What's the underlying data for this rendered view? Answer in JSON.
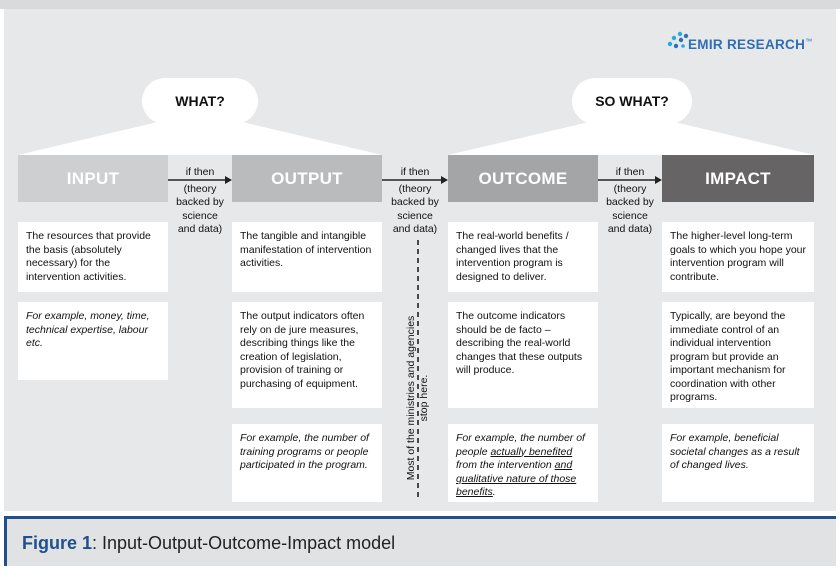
{
  "brand": {
    "name": "EMIR RESEARCH",
    "tm": "™",
    "colors": {
      "blue": "#2f6fb6",
      "cyan": "#27a9e1"
    }
  },
  "bubbles": {
    "what": "WHAT?",
    "so_what": "SO WHAT?"
  },
  "stages": [
    {
      "label": "INPUT",
      "color": "#cdcfd1",
      "description": "The resources that provide the basis (absolutely necessary) for the intervention activities.",
      "example": "For example, money, time, technical expertise, labour etc."
    },
    {
      "label": "OUTPUT",
      "color": "#b9bbbd",
      "description": "The tangible and intangible manifestation of intervention activities.",
      "indicators": "The output indicators often rely on de jure measures, describing things like the creation of legislation, provision of training or purchasing of equipment.",
      "example": "For example, the number of training programs or people participated in the program."
    },
    {
      "label": "OUTCOME",
      "color": "#a3a5a7",
      "description": "The real-world benefits / changed lives that the intervention program is designed to deliver.",
      "indicators": "The outcome indicators should be de facto – describing the real-world changes that these outputs will produce.",
      "example_parts": [
        "For example, the number of people ",
        "actually benefited",
        " from the intervention ",
        "and qualitative nature of those benefits",
        "."
      ]
    },
    {
      "label": "IMPACT",
      "color": "#676465",
      "description": "The higher-level long-term goals to which you hope your intervention program will contribute.",
      "indicators": "Typically, are beyond the immediate control of an individual intervention program but provide an important   mechanism for coordination with other programs.",
      "example": "For example, beneficial societal changes as a result of changed lives."
    }
  ],
  "connector": {
    "lines": [
      "if then",
      "(theory",
      "backed by",
      "science",
      "and data)"
    ]
  },
  "divider_note": {
    "lines": [
      "Most of the ministries and agencies",
      "stop here."
    ]
  },
  "caption": {
    "figure": "Figure 1",
    "text": ": Input-Output-Outcome-Impact model"
  },
  "colors": {
    "panel": "#e7e8e9",
    "caption_blue": "#1f4f8c",
    "divider": "#222222"
  }
}
